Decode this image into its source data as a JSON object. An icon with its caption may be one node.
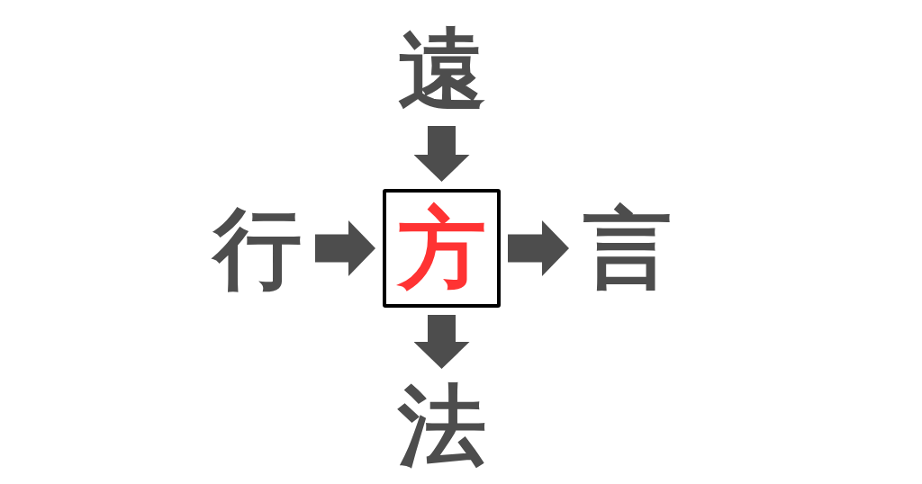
{
  "diagram": {
    "nodes": [
      {
        "text": [
          "遠"
        ]
      },
      {
        "text": [
          "行"
        ]
      },
      {
        "text": [
          "方"
        ]
      },
      {
        "text": [
          "言"
        ]
      },
      {
        "text": [
          "法"
        ]
      }
    ],
    "edges": [
      {
        "from": 0,
        "to": 2,
        "arrow": "to"
      },
      {
        "from": 1,
        "to": 2,
        "arrow": "to"
      },
      {
        "from": 2,
        "to": 3,
        "arrow": "to"
      },
      {
        "from": 2,
        "to": 4,
        "arrow": "to"
      }
    ]
  }
}
